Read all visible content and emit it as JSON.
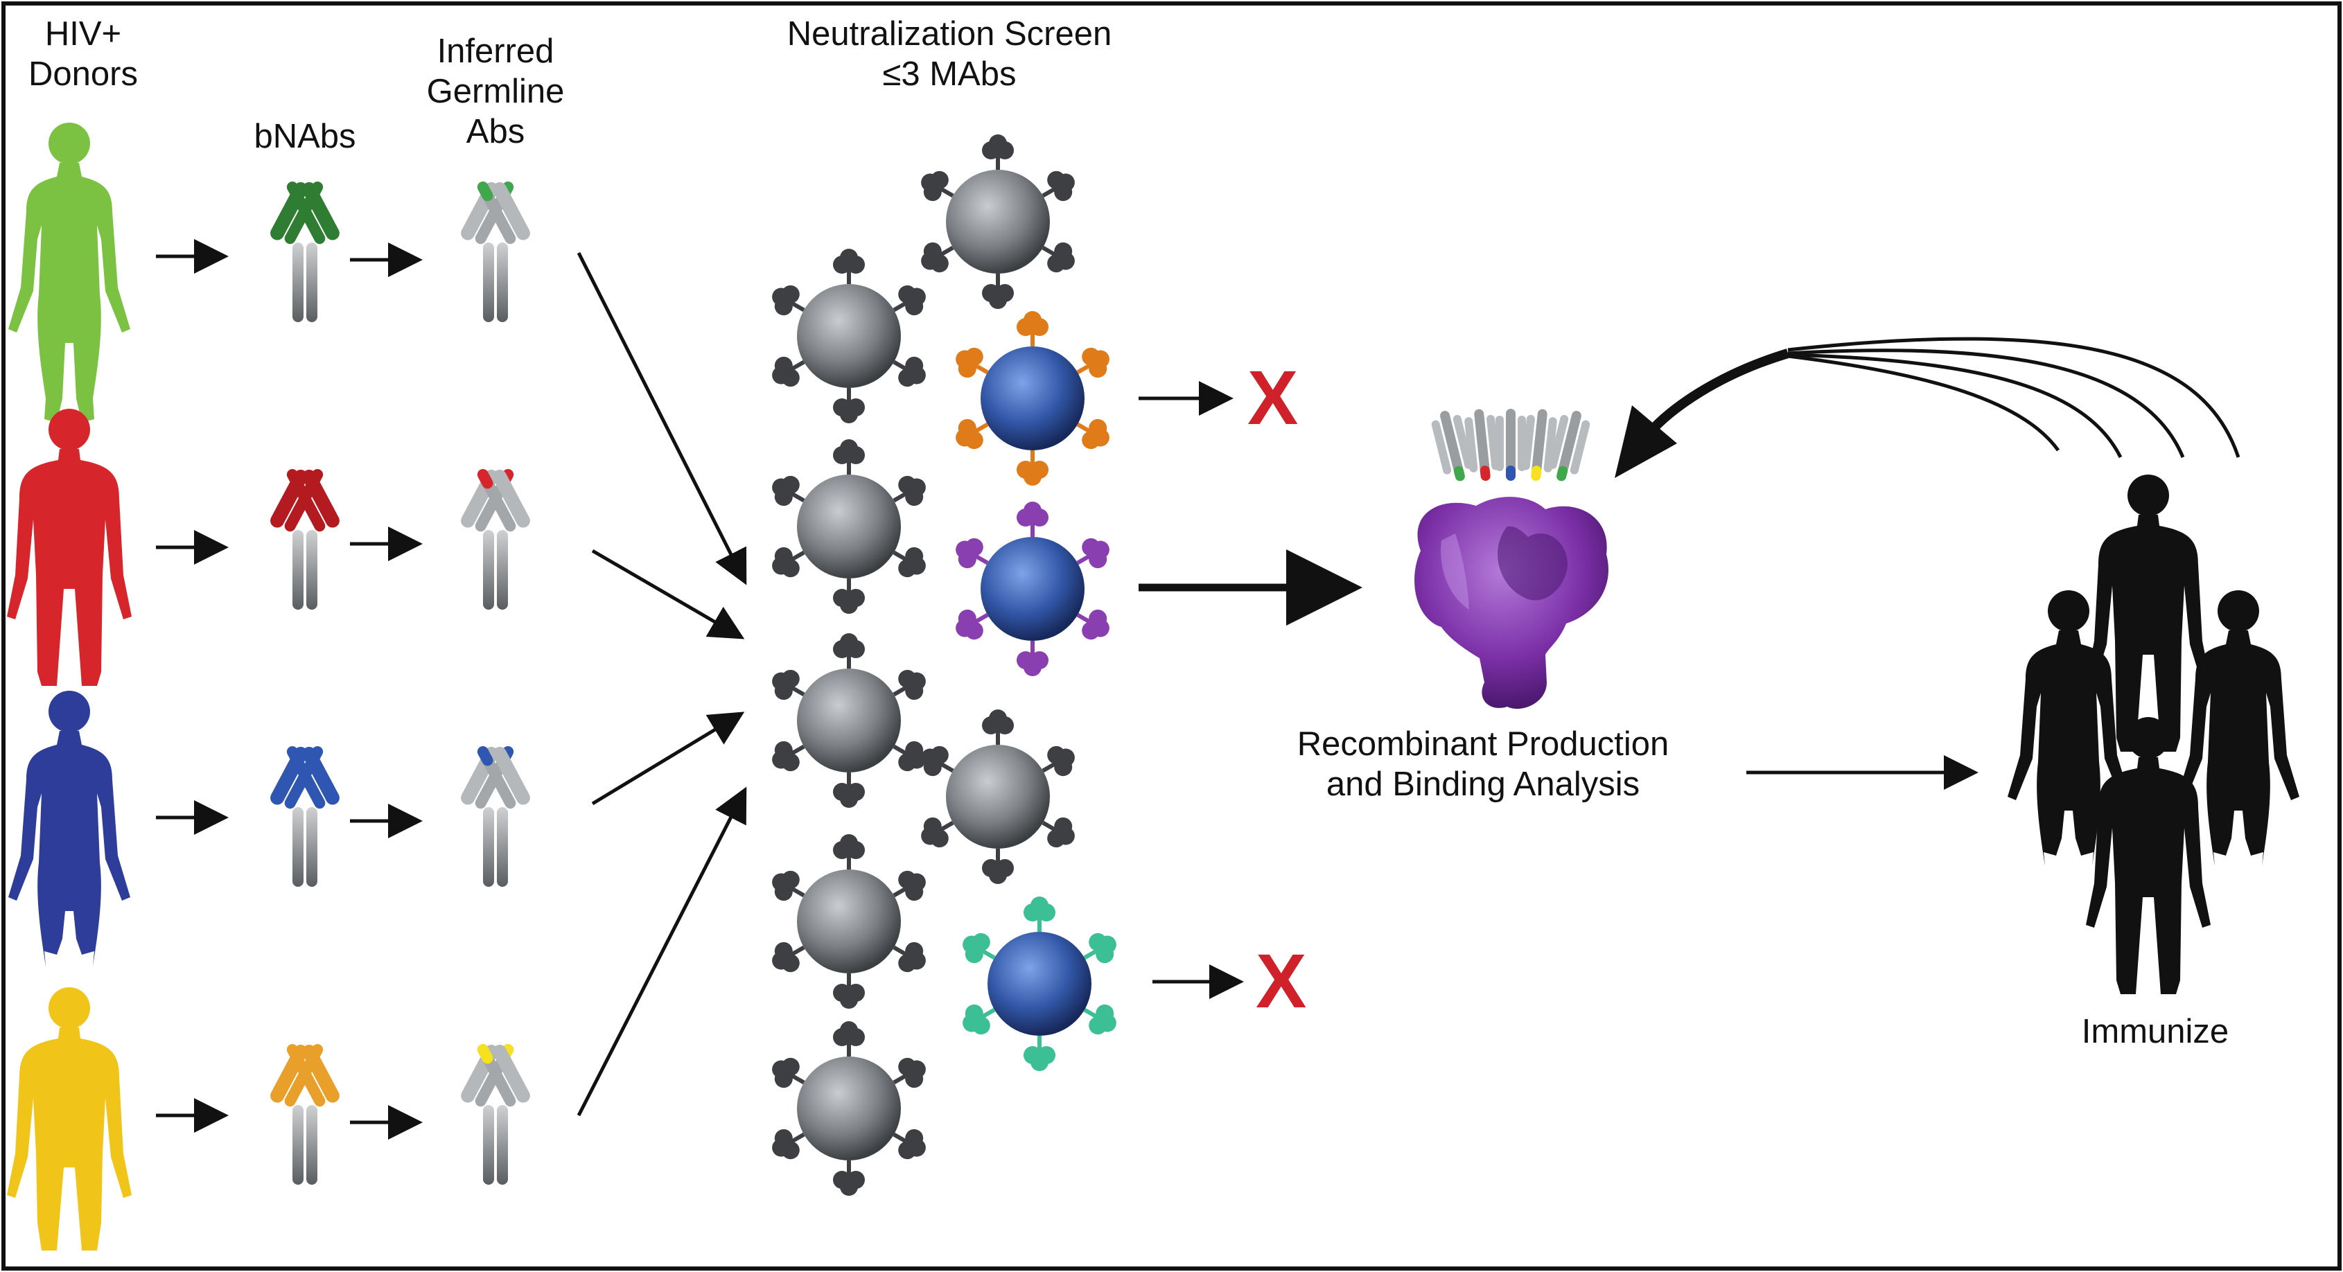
{
  "labels": {
    "donors": "HIV+\nDonors",
    "bnabs": "bNAbs",
    "germline": "Inferred\nGermline\nAbs",
    "screen": "Neutralization Screen\n≤3 MAbs",
    "production": "Recombinant Production\nand Binding Analysis",
    "immunize": "Immunize",
    "fail_mark": "X"
  },
  "donors": [
    {
      "sex": "female",
      "color": "#7cc242",
      "bnab_color": "#2e7d32",
      "germline_tip": "#3ea84a"
    },
    {
      "sex": "male",
      "color": "#d7262b",
      "bnab_color": "#b31b20",
      "germline_tip": "#d7262b"
    },
    {
      "sex": "female",
      "color": "#2e3d99",
      "bnab_color": "#2f56b0",
      "germline_tip": "#2f56b0"
    },
    {
      "sex": "male",
      "color": "#f0c419",
      "bnab_color": "#e8a02a",
      "germline_tip": "#f7e11e"
    }
  ],
  "screen_hits": [
    {
      "color": "#e07b1a",
      "result": "fail"
    },
    {
      "color": "#8a3fb0",
      "result": "pass"
    },
    {
      "color": "#3cbf94",
      "result": "fail"
    }
  ],
  "colors": {
    "virion_gray": "#6f7377",
    "virion_blue": "#3257a6",
    "env_purple": "#7b2fa6",
    "arrow": "#111111",
    "silhouette": "#111111"
  }
}
